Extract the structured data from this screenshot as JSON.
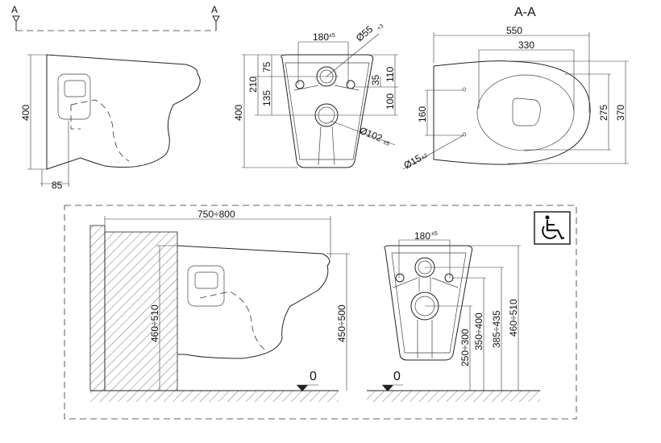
{
  "section_marks": {
    "left": "A",
    "right": "A",
    "section_title": "A-A"
  },
  "side_view": {
    "height": "400",
    "offset": "85"
  },
  "front_view": {
    "height": "400",
    "d210": "210",
    "d75": "75",
    "d135": "135",
    "d180": "180",
    "d180_tol": "±5",
    "d110": "110",
    "d35": "35",
    "d100": "100",
    "dia55": "Ø55",
    "dia55_tol": "+3",
    "dia102": "Ø102",
    "dia102_tol": "±5"
  },
  "plan_view": {
    "d550": "550",
    "d330": "330",
    "d370": "370",
    "d275": "275",
    "d160": "160",
    "dia15": "Ø15",
    "dia15_tol": "±2"
  },
  "install_side": {
    "d750": "750÷800",
    "d460": "460÷510",
    "d450": "450÷500",
    "floor_level": "0"
  },
  "install_front": {
    "d180": "180",
    "d180_tol": "±5",
    "floor_level": "0",
    "d250": "250÷300",
    "d350": "350÷400",
    "d385": "385÷435",
    "d460": "460÷510"
  },
  "accessibility_icon": "wheelchair-icon"
}
